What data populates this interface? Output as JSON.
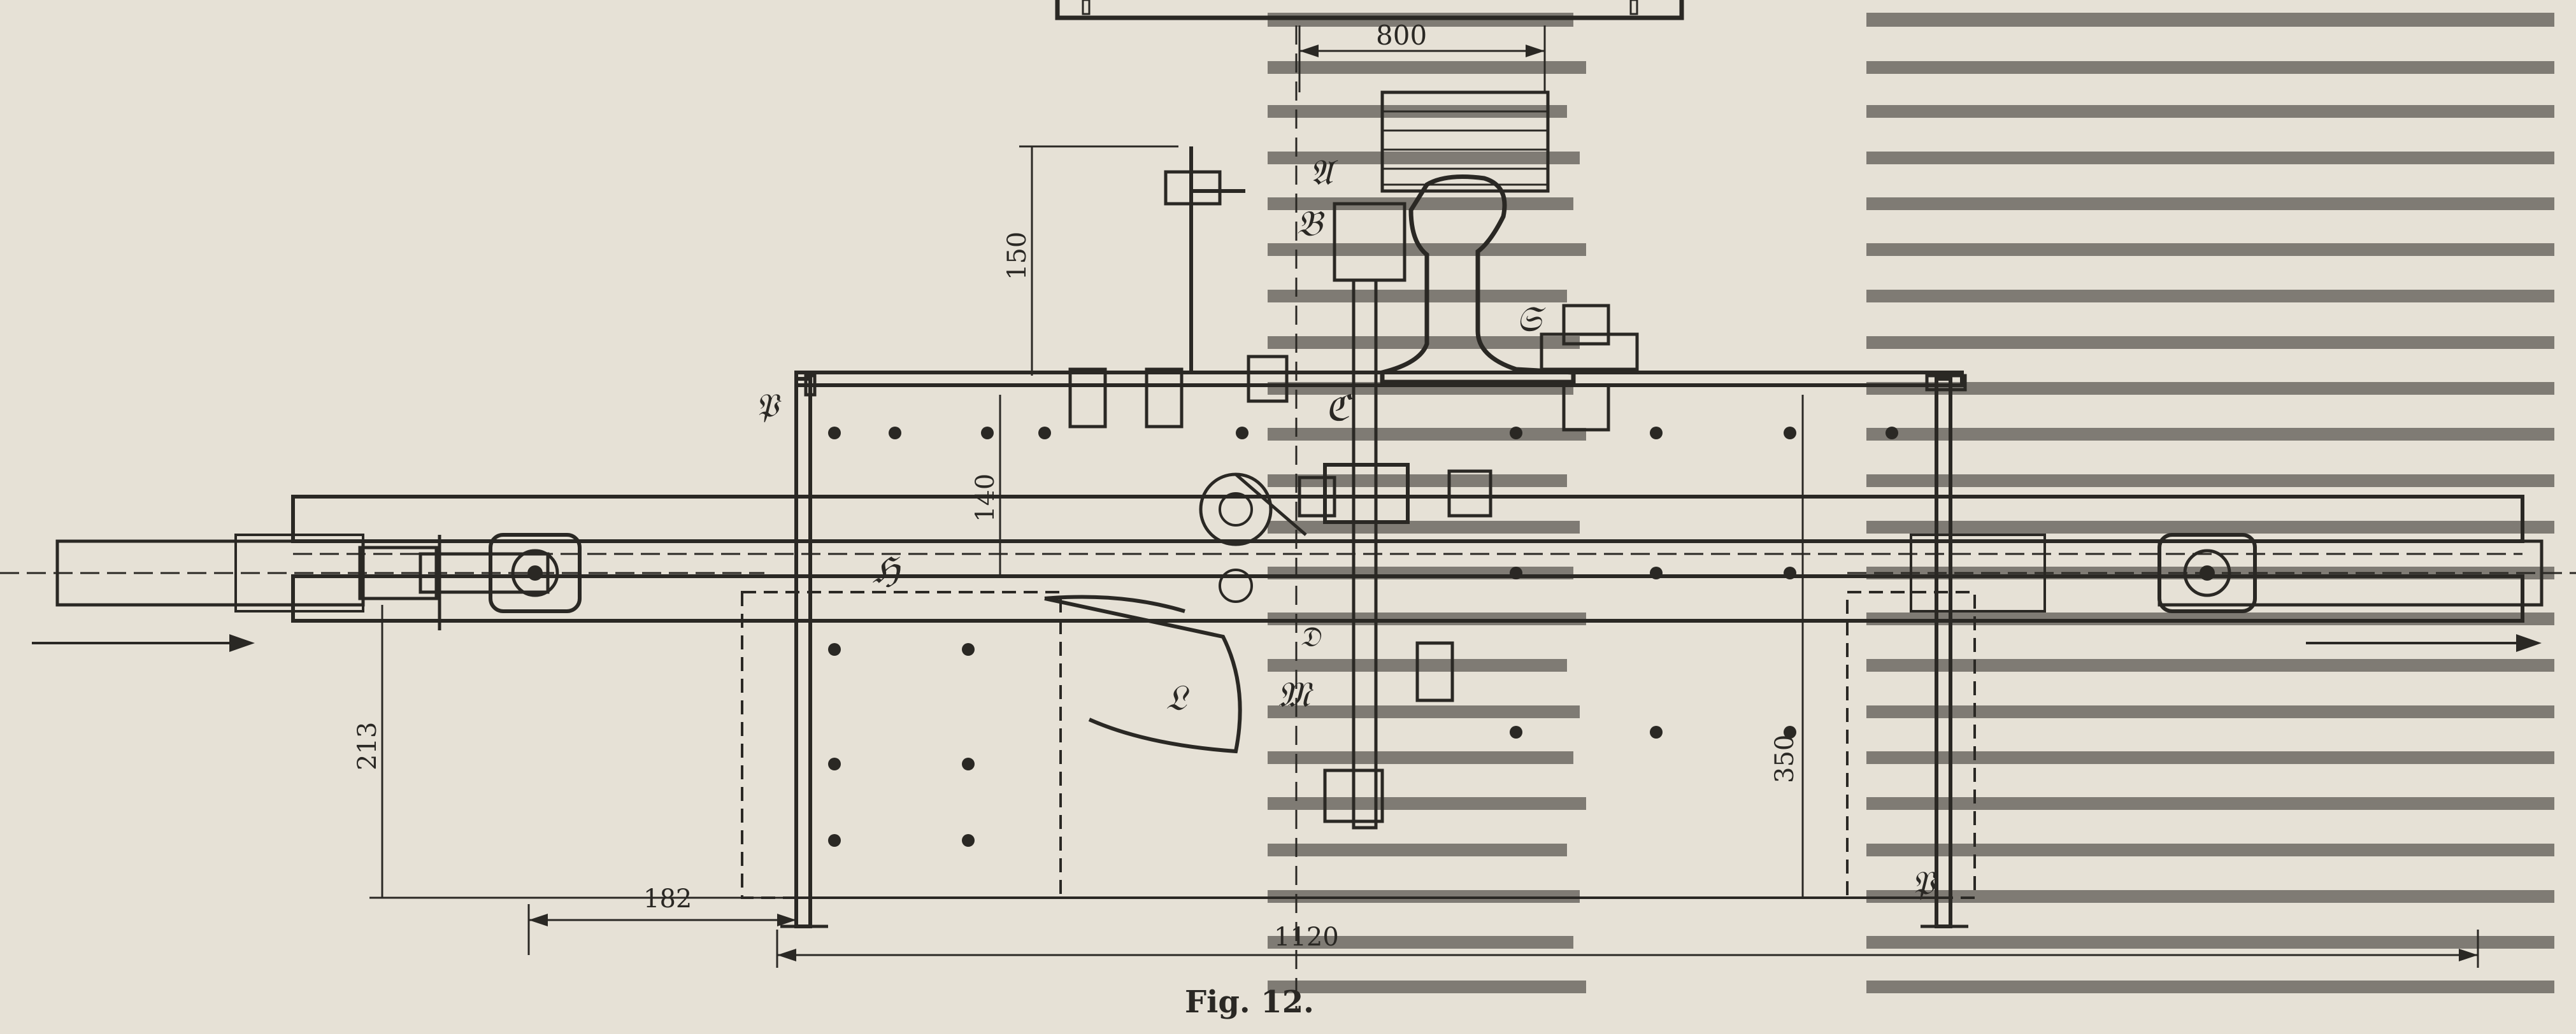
{
  "figure": {
    "caption": "Fig. 12.",
    "dimensions": {
      "d800": "800",
      "d150": "150",
      "d140": "140",
      "d213": "213",
      "d350": "350",
      "d182": "182",
      "d1120": "1120"
    },
    "letters": {
      "a": "𝔄",
      "b": "𝔅",
      "s": "𝔖",
      "c": "ℭ",
      "p_left": "𝔓",
      "p_right": "𝔓",
      "h": "ℌ",
      "l": "𝔏",
      "m": "𝔐",
      "d": "𝔇"
    }
  },
  "colors": {
    "paper": "#e6e1d6",
    "ink": "#2a2824"
  }
}
